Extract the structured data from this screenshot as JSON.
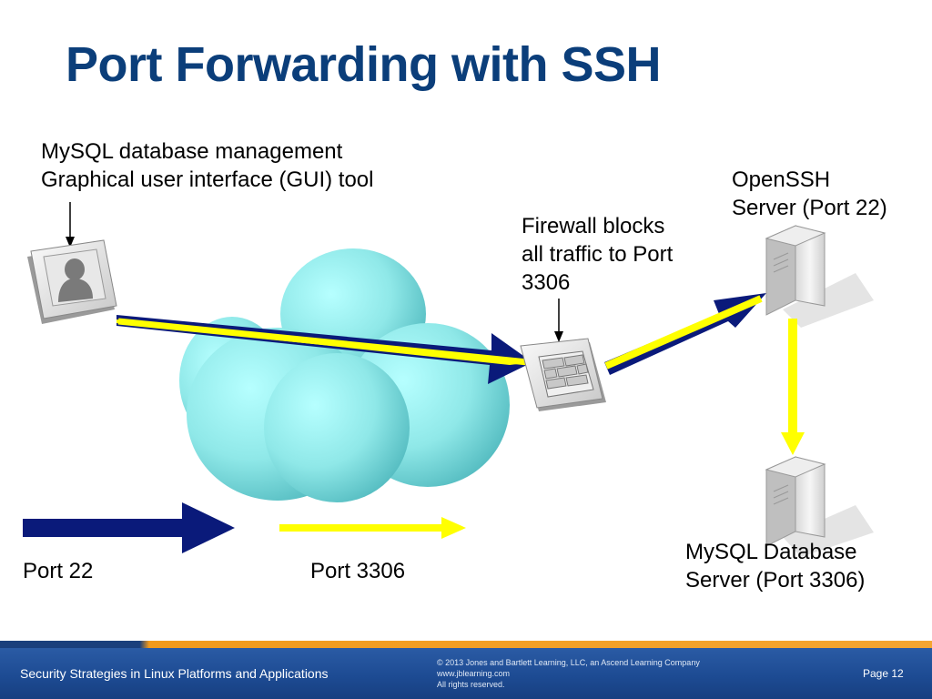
{
  "slide": {
    "title": "Port Forwarding with SSH"
  },
  "labels": {
    "gui_tool_line1": "MySQL database management",
    "gui_tool_line2": "Graphical user interface (GUI) tool",
    "openssh_line1": "OpenSSH",
    "openssh_line2": "Server (Port 22)",
    "firewall_line1": "Firewall blocks",
    "firewall_line2": "all traffic to Port",
    "firewall_line3": "3306",
    "mysql_line1": "MySQL Database",
    "mysql_line2": "Server (Port 3306)"
  },
  "legend": {
    "port22": "Port 22",
    "port3306": "Port 3306"
  },
  "colors": {
    "title": "#0b3e7a",
    "tunnel_ssh": "#0a1a7a",
    "mysql_traffic": "#ffff00",
    "cloud": "#8fe8e8"
  },
  "footer": {
    "course": "Security Strategies in Linux Platforms and Applications",
    "copyright_line1": "© 2013 Jones and Bartlett Learning, LLC, an Ascend Learning Company",
    "copyright_line2": "www.jblearning.com",
    "copyright_line3": "All rights reserved.",
    "page": "Page 12"
  },
  "icons": {
    "client": "user-icon",
    "firewall": "firewall-icon",
    "ssh_server": "server-icon",
    "db_server": "server-icon",
    "network": "cloud-icon"
  }
}
